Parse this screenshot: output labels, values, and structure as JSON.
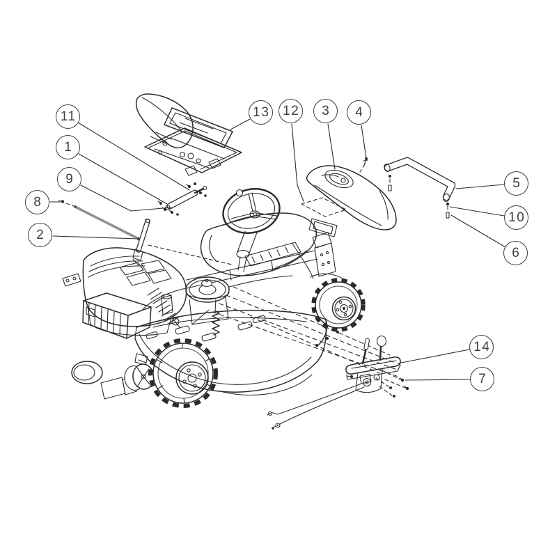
{
  "figure": {
    "background": "#ffffff",
    "line_color": "#2b2b2b",
    "rod_color": "#909090",
    "balloon_text_color": "#3f3f3f"
  },
  "callouts": [
    {
      "label": "11"
    },
    {
      "label": "1"
    },
    {
      "label": "9"
    },
    {
      "label": "8"
    },
    {
      "label": "2"
    },
    {
      "label": "13"
    },
    {
      "label": "12"
    },
    {
      "label": "3"
    },
    {
      "label": "4"
    },
    {
      "label": "5"
    },
    {
      "label": "10"
    },
    {
      "label": "6"
    },
    {
      "label": "14"
    },
    {
      "label": "7"
    }
  ]
}
